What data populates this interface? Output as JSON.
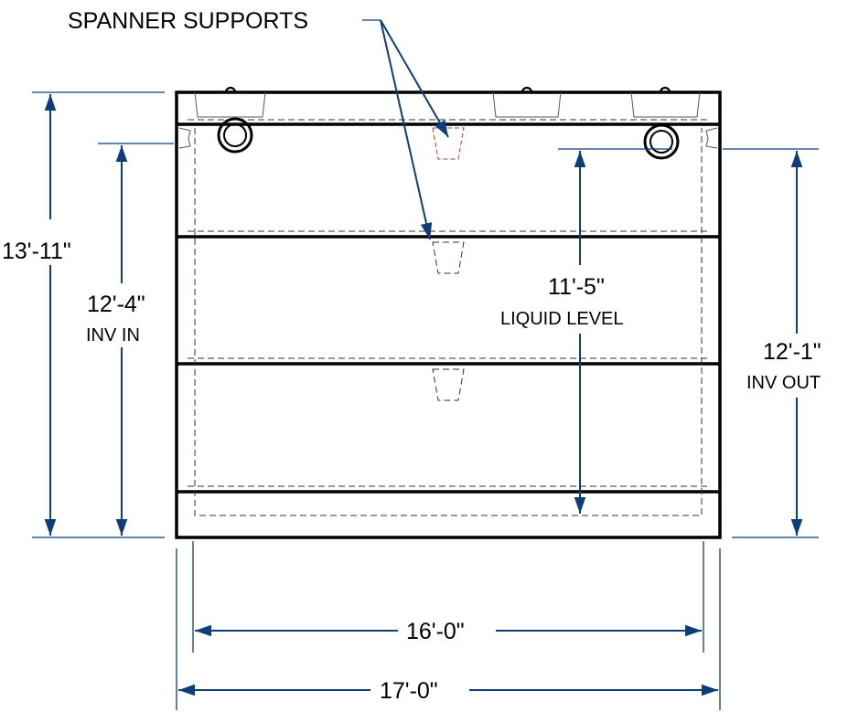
{
  "labels": {
    "spanner_supports": "SPANNER SUPPORTS",
    "overall_height": "13'-11\"",
    "inv_in_value": "12'-4\"",
    "inv_in_label": "INV IN",
    "liquid_level_value": "11'-5\"",
    "liquid_level_label": "LIQUID LEVEL",
    "inv_out_value": "12'-1\"",
    "inv_out_label": "INV OUT",
    "inner_width": "16'-0\"",
    "outer_width": "17'-0\""
  },
  "colors": {
    "dimension": "#0d3d7a",
    "outline": "#000000",
    "spanner_support": "#a0442c"
  }
}
